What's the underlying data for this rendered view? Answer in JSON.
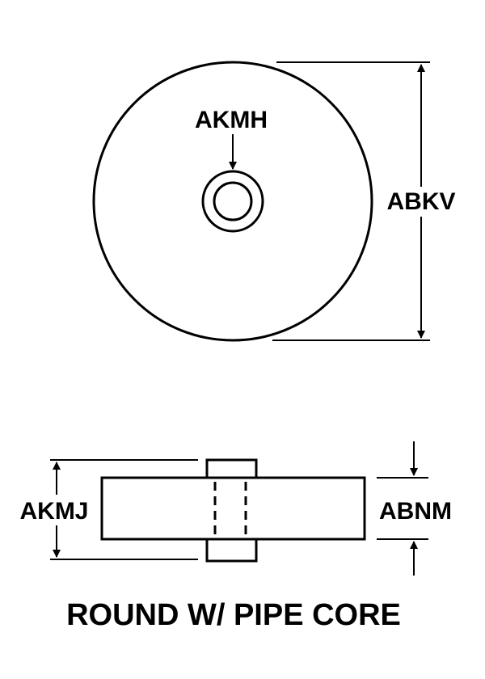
{
  "labels": {
    "top_outer_diameter": "ABKV",
    "top_hole": "AKMH",
    "side_overall_length": "AKMJ",
    "side_thickness": "ABNM"
  },
  "caption": "ROUND W/ PIPE CORE",
  "colors": {
    "line": "#000000",
    "background": "#ffffff"
  }
}
